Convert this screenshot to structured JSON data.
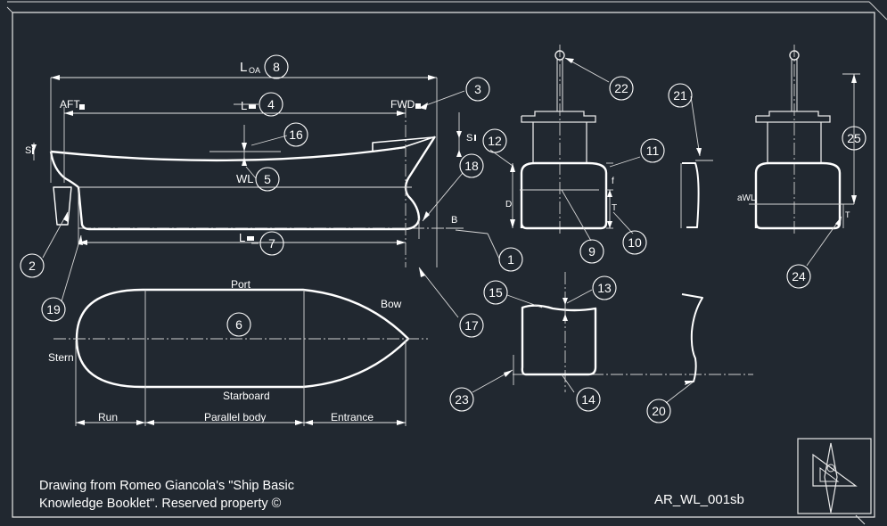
{
  "colors": {
    "background": "#212830",
    "lines": "#ffffff",
    "hatch": "#7a8088"
  },
  "labels": {
    "loa": "L",
    "loa_sub": "OA",
    "lbp": "L",
    "wl": "WL",
    "lwl": "L",
    "aft": "AFT",
    "fwd": "FWD",
    "s_left": "S",
    "s_right": "S",
    "b": "B",
    "d": "D",
    "f": "f",
    "t": "T",
    "awl": "aWL",
    "t2": "T",
    "port": "Port",
    "bow": "Bow",
    "stern": "Stern",
    "starboard": "Starboard",
    "run": "Run",
    "parallel_body": "Parallel body",
    "entrance": "Entrance"
  },
  "callouts": [
    "1",
    "2",
    "3",
    "4",
    "5",
    "6",
    "7",
    "8",
    "9",
    "10",
    "11",
    "12",
    "13",
    "14",
    "15",
    "16",
    "17",
    "18",
    "19",
    "20",
    "21",
    "22",
    "23",
    "24",
    "25"
  ],
  "credit": {
    "line1": "Drawing from Romeo Giancola's \"Ship Basic",
    "line2": "Knowledge Booklet\". Reserved property ©"
  },
  "drawing_code": "AR_WL_001sb"
}
